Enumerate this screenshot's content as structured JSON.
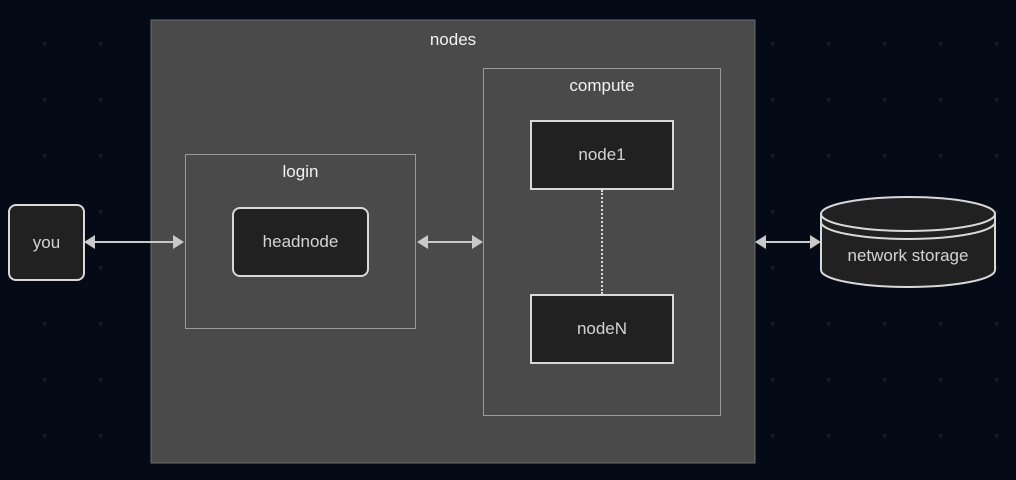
{
  "diagram": {
    "title": "cluster-architecture",
    "background_color": "#040a16",
    "dot_color": "#171b26",
    "panel_fill": "#4a4a4a",
    "box_fill": "#212121",
    "stroke_color": "#d8d8d8",
    "text_color": "#d4d4d4",
    "panel_title_color": "#f2f2f2"
  },
  "panels": {
    "nodes": {
      "label": "nodes"
    },
    "login": {
      "label": "login"
    },
    "compute": {
      "label": "compute"
    }
  },
  "boxes": {
    "you": {
      "label": "you"
    },
    "headnode": {
      "label": "headnode"
    },
    "node1": {
      "label": "node1"
    },
    "nodeN": {
      "label": "nodeN"
    },
    "storage": {
      "label": "network storage"
    }
  },
  "connections": [
    {
      "name": "you-to-login",
      "from": "you",
      "to": "login",
      "style": "double-arrow"
    },
    {
      "name": "login-to-compute",
      "from": "login",
      "to": "compute",
      "style": "double-arrow"
    },
    {
      "name": "nodes-to-storage",
      "from": "nodes",
      "to": "network storage",
      "style": "double-arrow"
    },
    {
      "name": "node1-to-nodeN",
      "from": "node1",
      "to": "nodeN",
      "style": "dotted"
    }
  ]
}
